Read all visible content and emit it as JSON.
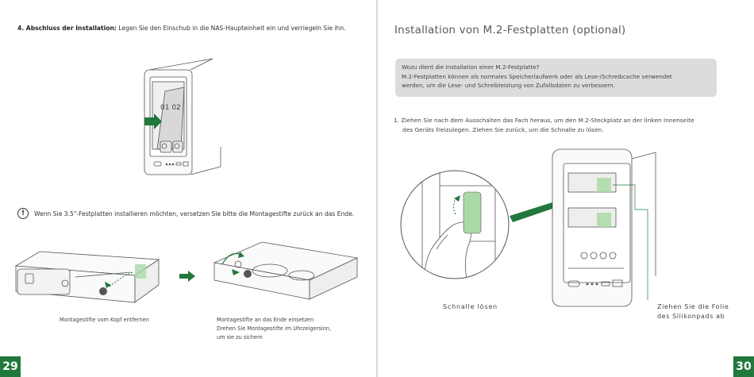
{
  "left_page": {
    "page_number": "29",
    "step4": {
      "label": "4. Abschluss der Installation:",
      "text": " Legen Sie den Einschub in die NAS-Haupteinheit ein und verriegeln Sie ihn."
    },
    "device_label": "01 02",
    "note": {
      "icon": "exclamation-icon",
      "text": "Wenn Sie 3.5\"-Festplatten installieren möchten, versetzen Sie bitte die Montagestifte zurück an das Ende."
    },
    "captions": {
      "remove": "Montagestifte vom Kopf entfernen",
      "insert_line1": "Montagestifte an das Ende einsetzen",
      "insert_line2": "Drehen Sie Montagestifte im Uhrzeigersinn,",
      "insert_line3": "um sie zu sichern"
    }
  },
  "right_page": {
    "page_number": "30",
    "title": "Installation von M.2-Festplatten (optional)",
    "info": {
      "line1": "Wozu dient die Installation einer M.2-Festplatte?",
      "line2": "M.2-Festplatten können als normales Speicherlaufwerk oder als Lese-/Schreibcache verwendet",
      "line3": "werden, um die Lese- und Schreibleistung von Zufallsdaten zu verbessern."
    },
    "step1": {
      "line1": "1. Ziehen Sie nach dem Ausschalten das Fach heraus, um den M.2-Steckplatz an der linken Innenseite",
      "line2": "des Geräts freizulegen. Ziehen Sie zurück, um die Schnalle zu lösen."
    },
    "captions": {
      "release": "Schnalle lösen",
      "peel_line1": "Ziehen Sie die Folie",
      "peel_line2": "des Silikonpads ab"
    }
  },
  "colors": {
    "accent": "#22773d",
    "highlight": "#a9d9a7",
    "info_bg": "#dcdcdc"
  }
}
